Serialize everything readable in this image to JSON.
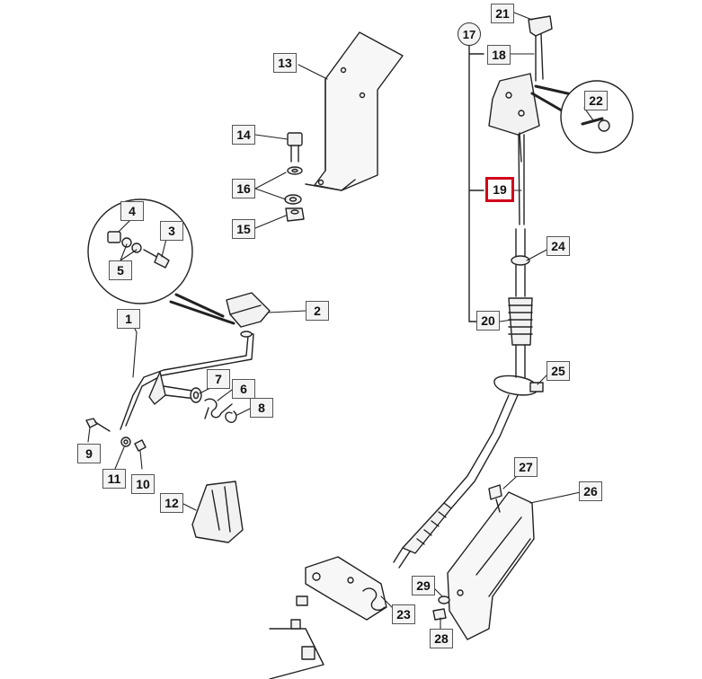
{
  "colors": {
    "line": "#222222",
    "callout_border": "#555555",
    "callout_fill": "#f4f4f4",
    "highlight": "#d0021b",
    "part_fill": "#f2f2f2"
  },
  "callouts": {
    "c1": "1",
    "c2": "2",
    "c3": "3",
    "c4": "4",
    "c5": "5",
    "c6": "6",
    "c7": "7",
    "c8": "8",
    "c9": "9",
    "c10": "10",
    "c11": "11",
    "c12": "12",
    "c13": "13",
    "c14": "14",
    "c15": "15",
    "c16": "16",
    "c17": "17",
    "c18": "18",
    "c19": "19",
    "c20": "20",
    "c21": "21",
    "c22": "22",
    "c23": "23",
    "c24": "24",
    "c25": "25",
    "c26": "26",
    "c27": "27",
    "c28": "28",
    "c29": "29"
  },
  "highlighted_part": "19"
}
